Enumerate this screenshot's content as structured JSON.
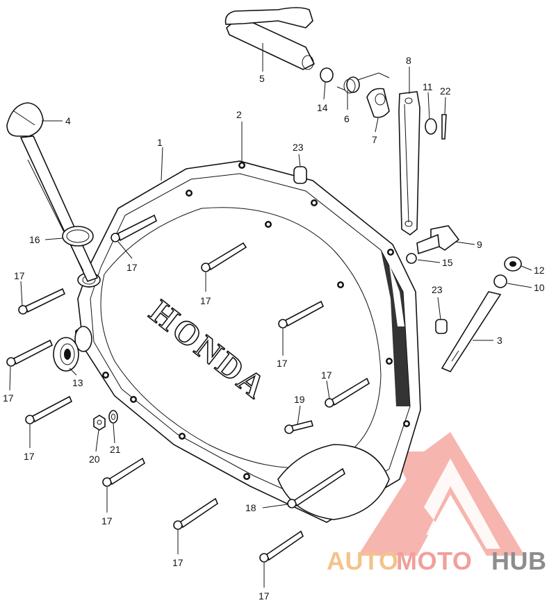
{
  "cover_logo": "HONDA",
  "watermark": {
    "part1": "AUTO",
    "part2": "MOTO",
    "part3": "HUB",
    "colors": {
      "light": "#f4c38a",
      "pink": "#f1a09a",
      "gray": "#8d8d8d"
    }
  },
  "callouts": [
    {
      "id": "c1",
      "text": "1"
    },
    {
      "id": "c2",
      "text": "2"
    },
    {
      "id": "c3",
      "text": "3"
    },
    {
      "id": "c4",
      "text": "4"
    },
    {
      "id": "c5",
      "text": "5"
    },
    {
      "id": "c6",
      "text": "6"
    },
    {
      "id": "c7",
      "text": "7"
    },
    {
      "id": "c8",
      "text": "8"
    },
    {
      "id": "c9",
      "text": "9"
    },
    {
      "id": "c10",
      "text": "10"
    },
    {
      "id": "c11",
      "text": "11"
    },
    {
      "id": "c12",
      "text": "12"
    },
    {
      "id": "c13",
      "text": "13"
    },
    {
      "id": "c14",
      "text": "14"
    },
    {
      "id": "c15",
      "text": "15"
    },
    {
      "id": "c16",
      "text": "16"
    },
    {
      "id": "c17a",
      "text": "17"
    },
    {
      "id": "c17b",
      "text": "17"
    },
    {
      "id": "c17c",
      "text": "17"
    },
    {
      "id": "c17d",
      "text": "17"
    },
    {
      "id": "c17e",
      "text": "17"
    },
    {
      "id": "c17f",
      "text": "17"
    },
    {
      "id": "c17g",
      "text": "17"
    },
    {
      "id": "c17h",
      "text": "17"
    },
    {
      "id": "c17i",
      "text": "17"
    },
    {
      "id": "c17j",
      "text": "17"
    },
    {
      "id": "c17k",
      "text": "17"
    },
    {
      "id": "c18",
      "text": "18"
    },
    {
      "id": "c19",
      "text": "19"
    },
    {
      "id": "c20",
      "text": "20"
    },
    {
      "id": "c21",
      "text": "21"
    },
    {
      "id": "c22",
      "text": "22"
    },
    {
      "id": "c23a",
      "text": "23"
    },
    {
      "id": "c23b",
      "text": "23"
    }
  ]
}
